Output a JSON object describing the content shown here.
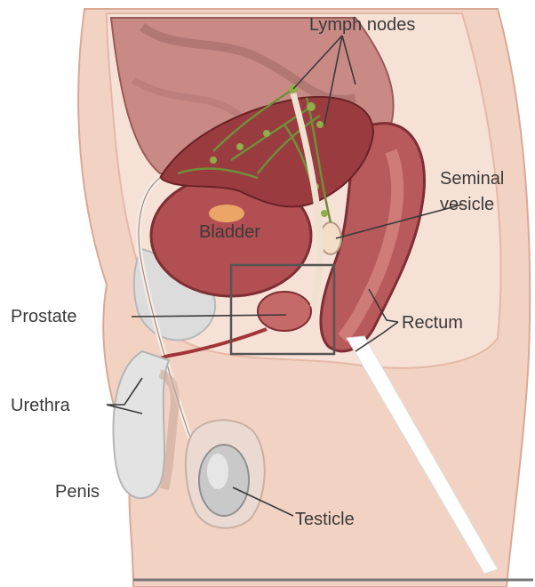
{
  "diagram": {
    "labels": {
      "lymph_nodes": "Lymph nodes",
      "seminal_vesicle_line1": "Seminal",
      "seminal_vesicle_line2": "vesicle",
      "bladder": "Bladder",
      "prostate": "Prostate",
      "rectum": "Rectum",
      "urethra": "Urethra",
      "penis": "Penis",
      "testicle": "Testicle"
    },
    "colors": {
      "skin": "#f2d2c2",
      "skin_dark": "#e6b9a7",
      "pelvic_fill": "#f6e1d6",
      "bone": "#dcdcdc",
      "organ_red": "#9a3b40",
      "organ_mid": "#b8595c",
      "organ_light": "#d98b86",
      "bladder_fill": "#b24f52",
      "highlight": "#f5b56b",
      "vessel_green": "#6f8f3a",
      "testicle": "#c9c9c9",
      "box": "#555555",
      "text": "#3a3a3a"
    }
  }
}
